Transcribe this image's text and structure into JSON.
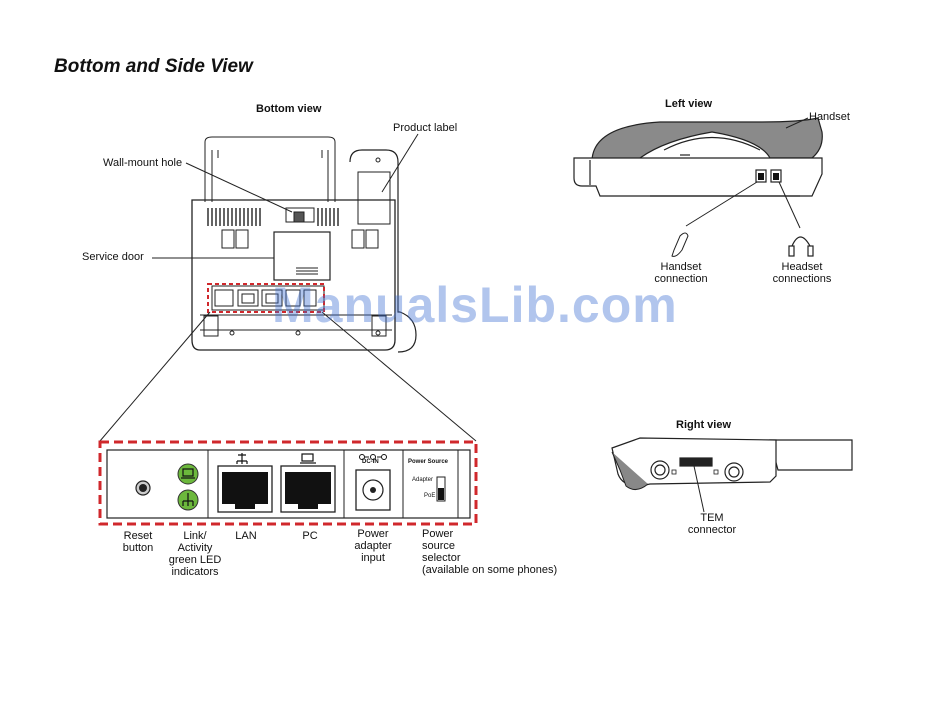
{
  "page": {
    "title": "Bottom and Side View"
  },
  "bottom_view": {
    "title": "Bottom view",
    "callouts": {
      "product_label": "Product label",
      "wall_mount_hole": "Wall-mount hole",
      "service_door": "Service door"
    }
  },
  "left_view": {
    "title": "Left view",
    "callouts": {
      "handset": "Handset",
      "handset_connection": [
        "Handset",
        "connection"
      ],
      "headset_connections": [
        "Headset",
        "connections"
      ]
    }
  },
  "right_view": {
    "title": "Right view",
    "callouts": {
      "tem_connector": [
        "TEM",
        "connector"
      ]
    }
  },
  "ports_detail": {
    "dc_in": "DC-IN",
    "power_source": "Power Source",
    "adapter": "Adapter",
    "poe": "PoE",
    "labels": {
      "reset": [
        "Reset",
        "button"
      ],
      "link": [
        "Link/",
        "Activity",
        "green LED",
        "indicators"
      ],
      "lan": [
        "LAN"
      ],
      "pc": [
        "PC"
      ],
      "power_adapter": [
        "Power",
        "adapter",
        "input"
      ],
      "power_selector": [
        "Power",
        "source",
        "selector",
        "(available on some phones)"
      ]
    }
  },
  "watermark": "ManualsLib.com",
  "colors": {
    "highlight_border": "#d0282c",
    "led_green": "#6cb83c",
    "handset_gray": "#8a8a8a"
  }
}
